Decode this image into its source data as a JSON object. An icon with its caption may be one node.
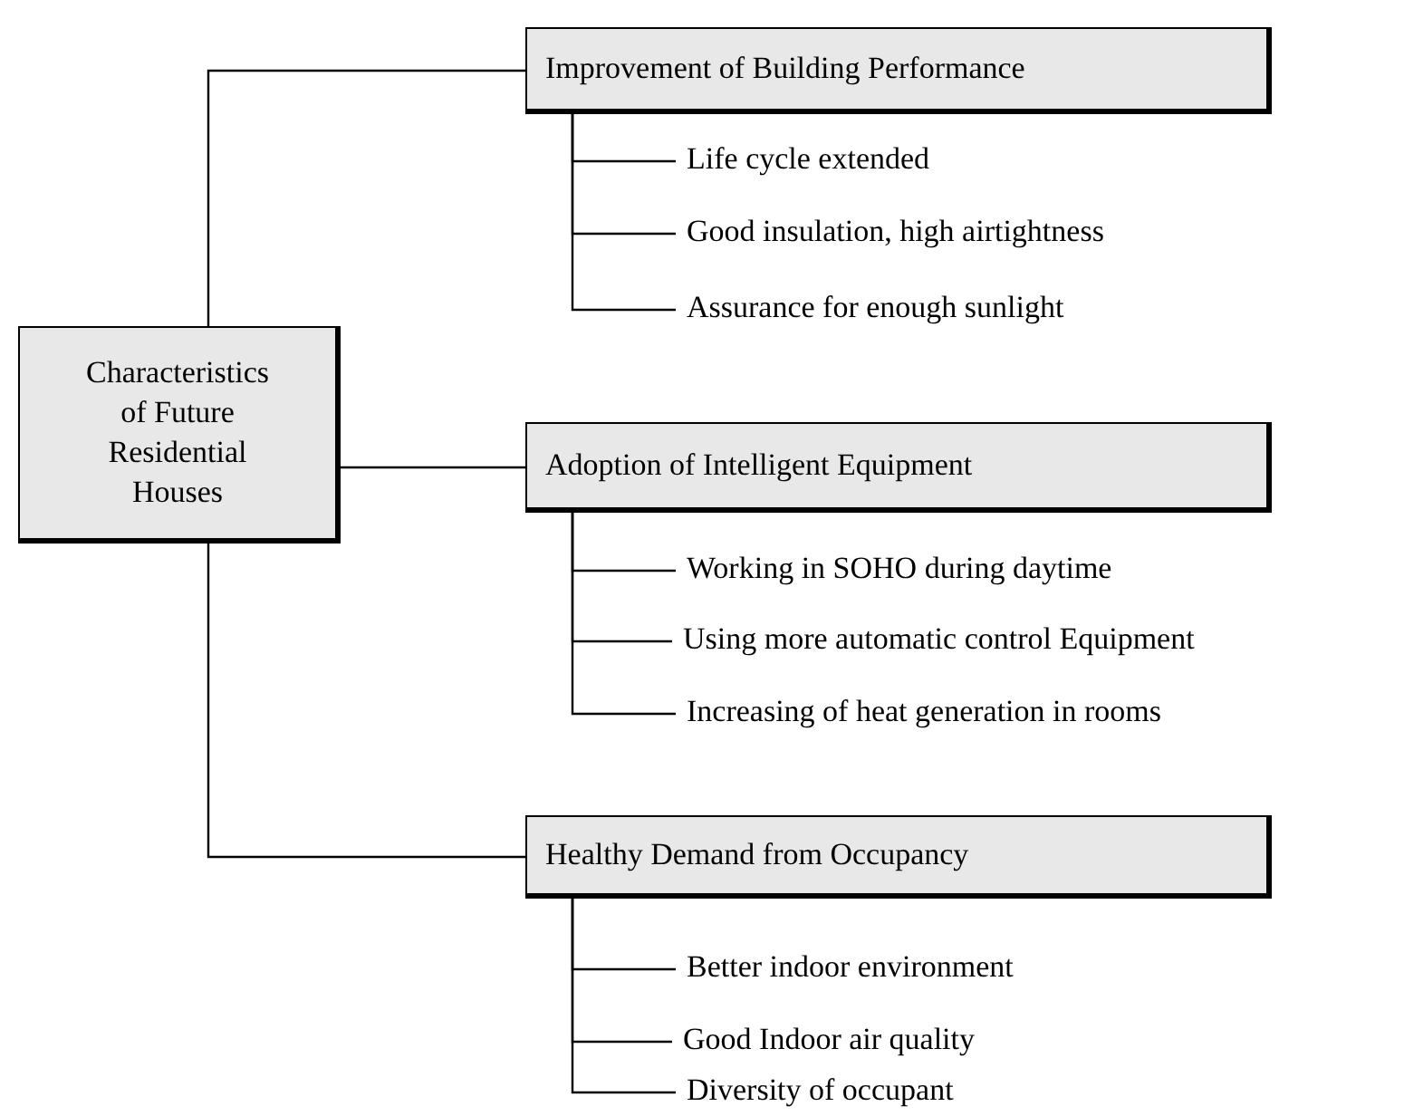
{
  "diagram": {
    "nodes": [
      {
        "text": [
          "Characteristics of Future Residential Houses"
        ]
      },
      {
        "text": [
          "Improvement of Building Performance"
        ]
      },
      {
        "text": [
          "Life cycle extended"
        ]
      },
      {
        "text": [
          "Good insulation, high airtightness"
        ]
      },
      {
        "text": [
          "Assurance for enough sunlight"
        ]
      },
      {
        "text": [
          "Adoption of Intelligent Equipment"
        ]
      },
      {
        "text": [
          "Working in SOHO during daytime"
        ]
      },
      {
        "text": [
          "Using more automatic control Equipment"
        ]
      },
      {
        "text": [
          "Increasing of heat generation in rooms"
        ]
      },
      {
        "text": [
          "Healthy Demand from Occupancy"
        ]
      },
      {
        "text": [
          "Better indoor environment"
        ]
      },
      {
        "text": [
          "Good Indoor air quality"
        ]
      },
      {
        "text": [
          "Diversity of occupant"
        ]
      }
    ],
    "edges": [
      {
        "from": 0,
        "to": 1,
        "arrow": "none"
      },
      {
        "from": 1,
        "to": 2,
        "arrow": "none"
      },
      {
        "from": 1,
        "to": 3,
        "arrow": "none"
      },
      {
        "from": 1,
        "to": 4,
        "arrow": "none"
      },
      {
        "from": 0,
        "to": 5,
        "arrow": "none"
      },
      {
        "from": 5,
        "to": 6,
        "arrow": "none"
      },
      {
        "from": 5,
        "to": 7,
        "arrow": "none"
      },
      {
        "from": 5,
        "to": 8,
        "arrow": "none"
      },
      {
        "from": 0,
        "to": 9,
        "arrow": "none"
      },
      {
        "from": 9,
        "to": 10,
        "arrow": "none"
      },
      {
        "from": 9,
        "to": 11,
        "arrow": "none"
      },
      {
        "from": 9,
        "to": 12,
        "arrow": "none"
      }
    ]
  }
}
